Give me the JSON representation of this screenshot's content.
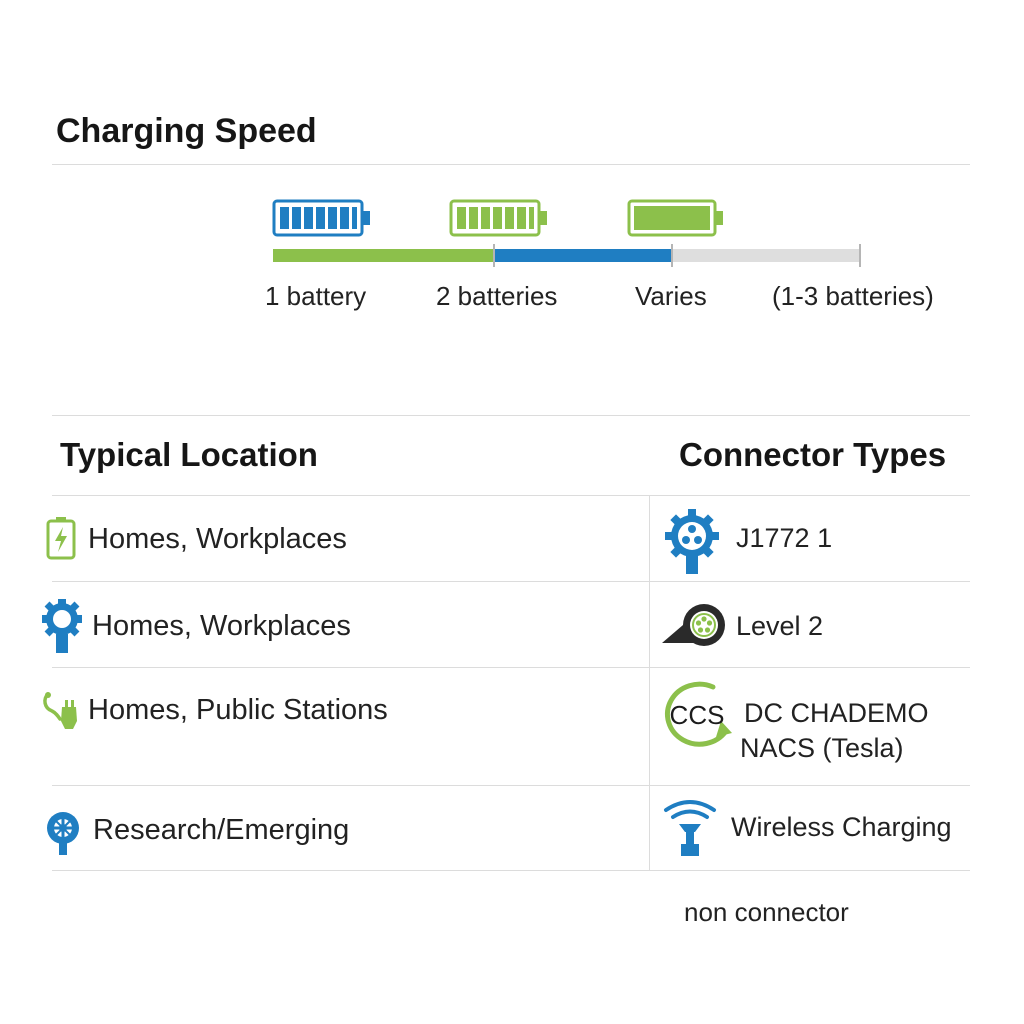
{
  "speed": {
    "title": "Charging Speed",
    "labels": [
      "1 battery",
      "2 batteries",
      "Varies",
      "(1-3 batteries)"
    ]
  },
  "table": {
    "location_header": "Typical Location",
    "connector_header": "Connector Types",
    "rows": [
      {
        "location": "Homes, Workplaces",
        "location_icon": "battery-bolt-icon",
        "connector": "J1772 1",
        "connector_icon": "j1772-plug-icon"
      },
      {
        "location": "Homes, Workplaces",
        "location_icon": "gear-plug-icon",
        "connector": "Level 2",
        "connector_icon": "level2-plug-icon"
      },
      {
        "location": "Homes, Public Stations",
        "location_icon": "charging-cable-icon",
        "connector": "DC CHADEMO",
        "connector_line2": "NACS (Tesla)",
        "connector_icon": "ccs-badge-icon",
        "connector_icon_text": "CCS"
      },
      {
        "location": "Research/Emerging",
        "location_icon": "wireless-coil-icon",
        "connector": "Wireless Charging",
        "connector_icon": "wireless-pad-icon"
      }
    ],
    "footnote": "non connector"
  },
  "colors": {
    "green": "#8cc04b",
    "blue": "#1f7ec2",
    "gray": "#dedede",
    "line": "#dcdcdc",
    "dark": "#2a2a2a"
  }
}
